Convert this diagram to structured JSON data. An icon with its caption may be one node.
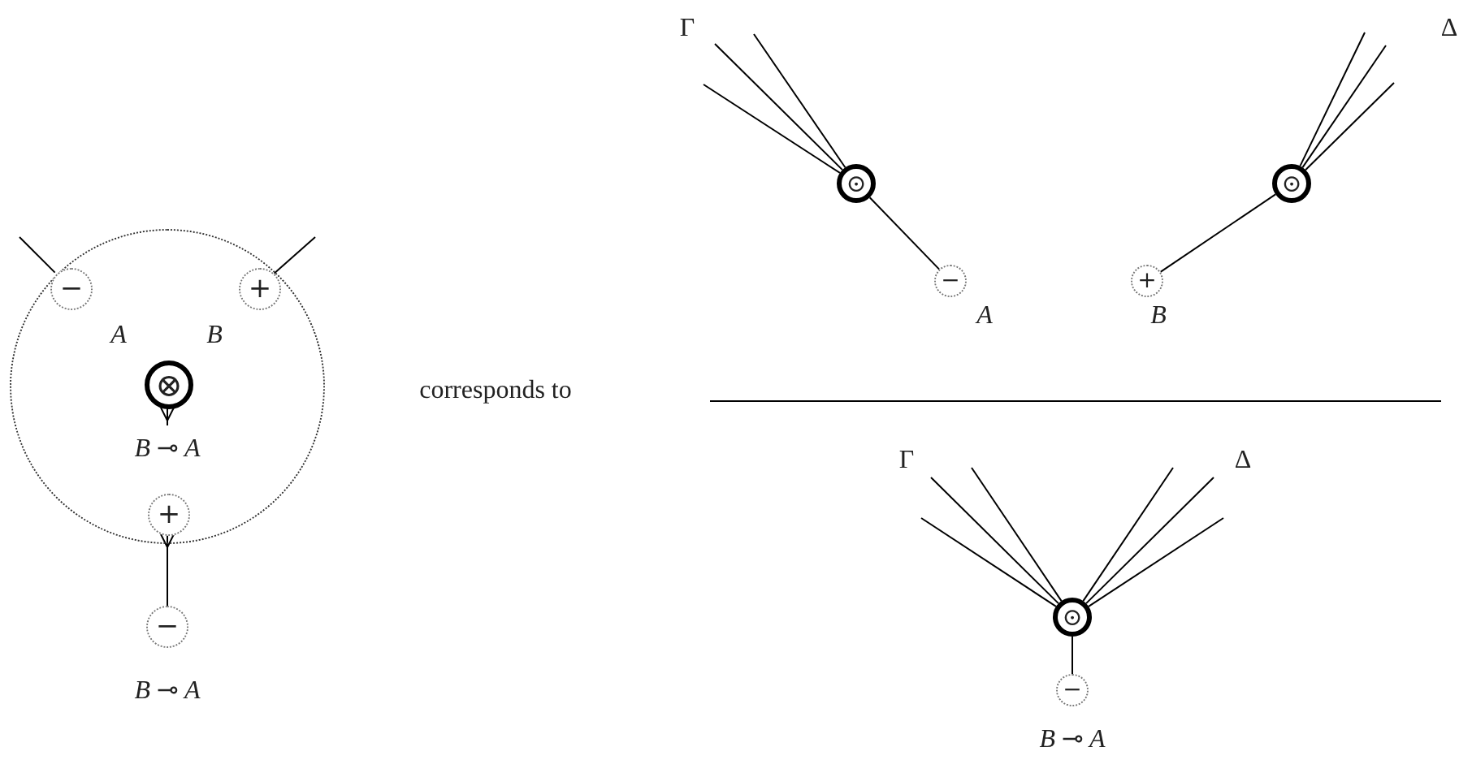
{
  "diagram": {
    "nodes": [
      {
        "text": [],
        "shape": "circle"
      },
      {
        "text": [
          "−"
        ],
        "in": 0
      },
      {
        "text": [
          "+"
        ],
        "in": 0
      },
      {
        "text": [
          "⊗"
        ],
        "in": 0
      },
      {
        "text": [
          "+"
        ],
        "in": 0
      },
      {
        "text": [
          "−"
        ]
      },
      {
        "text": [
          "⊙"
        ]
      },
      {
        "text": [
          "−"
        ]
      },
      {
        "text": [
          "⊙"
        ]
      },
      {
        "text": [
          "+"
        ]
      },
      {
        "text": [
          "⊙"
        ]
      },
      {
        "text": [
          "−"
        ]
      }
    ],
    "edges": [
      {
        "from": null,
        "to": 1,
        "arrow": "none"
      },
      {
        "from": null,
        "to": 2,
        "arrow": "none"
      },
      {
        "from": 3,
        "to": null,
        "arrow": "other"
      },
      {
        "from": 4,
        "to": 5,
        "arrow": "other"
      },
      {
        "from": null,
        "to": 6,
        "arrow": "none"
      },
      {
        "from": null,
        "to": 6,
        "arrow": "none"
      },
      {
        "from": null,
        "to": 6,
        "arrow": "none"
      },
      {
        "from": 6,
        "to": 7,
        "arrow": "none"
      },
      {
        "from": null,
        "to": 8,
        "arrow": "none"
      },
      {
        "from": null,
        "to": 8,
        "arrow": "none"
      },
      {
        "from": null,
        "to": 8,
        "arrow": "none"
      },
      {
        "from": 8,
        "to": 9,
        "arrow": "none"
      },
      {
        "from": null,
        "to": 10,
        "arrow": "none"
      },
      {
        "from": null,
        "to": 10,
        "arrow": "none"
      },
      {
        "from": null,
        "to": 10,
        "arrow": "none"
      },
      {
        "from": null,
        "to": 10,
        "arrow": "none"
      },
      {
        "from": null,
        "to": 10,
        "arrow": "none"
      },
      {
        "from": null,
        "to": 10,
        "arrow": "none"
      },
      {
        "from": 10,
        "to": 11,
        "arrow": "none"
      }
    ],
    "labels": [
      "Γ",
      "Δ",
      "A",
      "B",
      "*B* ⊸ *A*",
      "corresponds to",
      "A",
      "B",
      "Γ",
      "Δ",
      "*B* ⊸ *A*",
      "*B* ⊸ *A*"
    ]
  }
}
